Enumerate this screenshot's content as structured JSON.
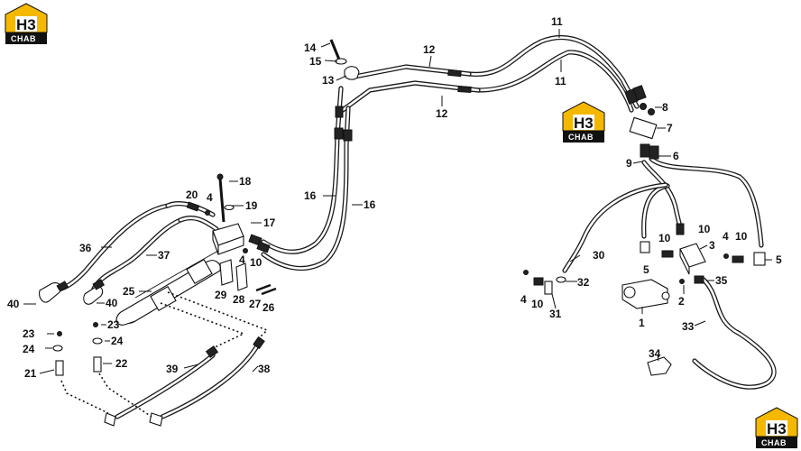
{
  "logo": {
    "wordmark": "CHAB"
  },
  "colors": {
    "logo_yellow": "#f5b800",
    "logo_black": "#111111",
    "line": "#111111"
  },
  "callouts": [
    {
      "id": "c1",
      "label": "1"
    },
    {
      "id": "c2",
      "label": "2"
    },
    {
      "id": "c3",
      "label": "3"
    },
    {
      "id": "c4a",
      "label": "4"
    },
    {
      "id": "c4b",
      "label": "4"
    },
    {
      "id": "c4c",
      "label": "4"
    },
    {
      "id": "c4d",
      "label": "4"
    },
    {
      "id": "c5a",
      "label": "5"
    },
    {
      "id": "c5b",
      "label": "5"
    },
    {
      "id": "c6",
      "label": "6"
    },
    {
      "id": "c7",
      "label": "7"
    },
    {
      "id": "c8",
      "label": "8"
    },
    {
      "id": "c9",
      "label": "9"
    },
    {
      "id": "c10a",
      "label": "10"
    },
    {
      "id": "c10b",
      "label": "10"
    },
    {
      "id": "c10c",
      "label": "10"
    },
    {
      "id": "c10d",
      "label": "10"
    },
    {
      "id": "c10e",
      "label": "10"
    },
    {
      "id": "c11a",
      "label": "11"
    },
    {
      "id": "c11b",
      "label": "11"
    },
    {
      "id": "c12a",
      "label": "12"
    },
    {
      "id": "c12b",
      "label": "12"
    },
    {
      "id": "c13",
      "label": "13"
    },
    {
      "id": "c14",
      "label": "14"
    },
    {
      "id": "c15",
      "label": "15"
    },
    {
      "id": "c16a",
      "label": "16"
    },
    {
      "id": "c16b",
      "label": "16"
    },
    {
      "id": "c17",
      "label": "17"
    },
    {
      "id": "c18",
      "label": "18"
    },
    {
      "id": "c19",
      "label": "19"
    },
    {
      "id": "c20",
      "label": "20"
    },
    {
      "id": "c21",
      "label": "21"
    },
    {
      "id": "c22",
      "label": "22"
    },
    {
      "id": "c23a",
      "label": "23"
    },
    {
      "id": "c23b",
      "label": "23"
    },
    {
      "id": "c24a",
      "label": "24"
    },
    {
      "id": "c24b",
      "label": "24"
    },
    {
      "id": "c25",
      "label": "25"
    },
    {
      "id": "c26",
      "label": "26"
    },
    {
      "id": "c27",
      "label": "27"
    },
    {
      "id": "c28",
      "label": "28"
    },
    {
      "id": "c29",
      "label": "29"
    },
    {
      "id": "c30",
      "label": "30"
    },
    {
      "id": "c31",
      "label": "31"
    },
    {
      "id": "c32",
      "label": "32"
    },
    {
      "id": "c33",
      "label": "33"
    },
    {
      "id": "c34",
      "label": "34"
    },
    {
      "id": "c35",
      "label": "35"
    },
    {
      "id": "c36",
      "label": "36"
    },
    {
      "id": "c37",
      "label": "37"
    },
    {
      "id": "c38",
      "label": "38"
    },
    {
      "id": "c39",
      "label": "39"
    },
    {
      "id": "c40a",
      "label": "40"
    },
    {
      "id": "c40b",
      "label": "40"
    }
  ]
}
